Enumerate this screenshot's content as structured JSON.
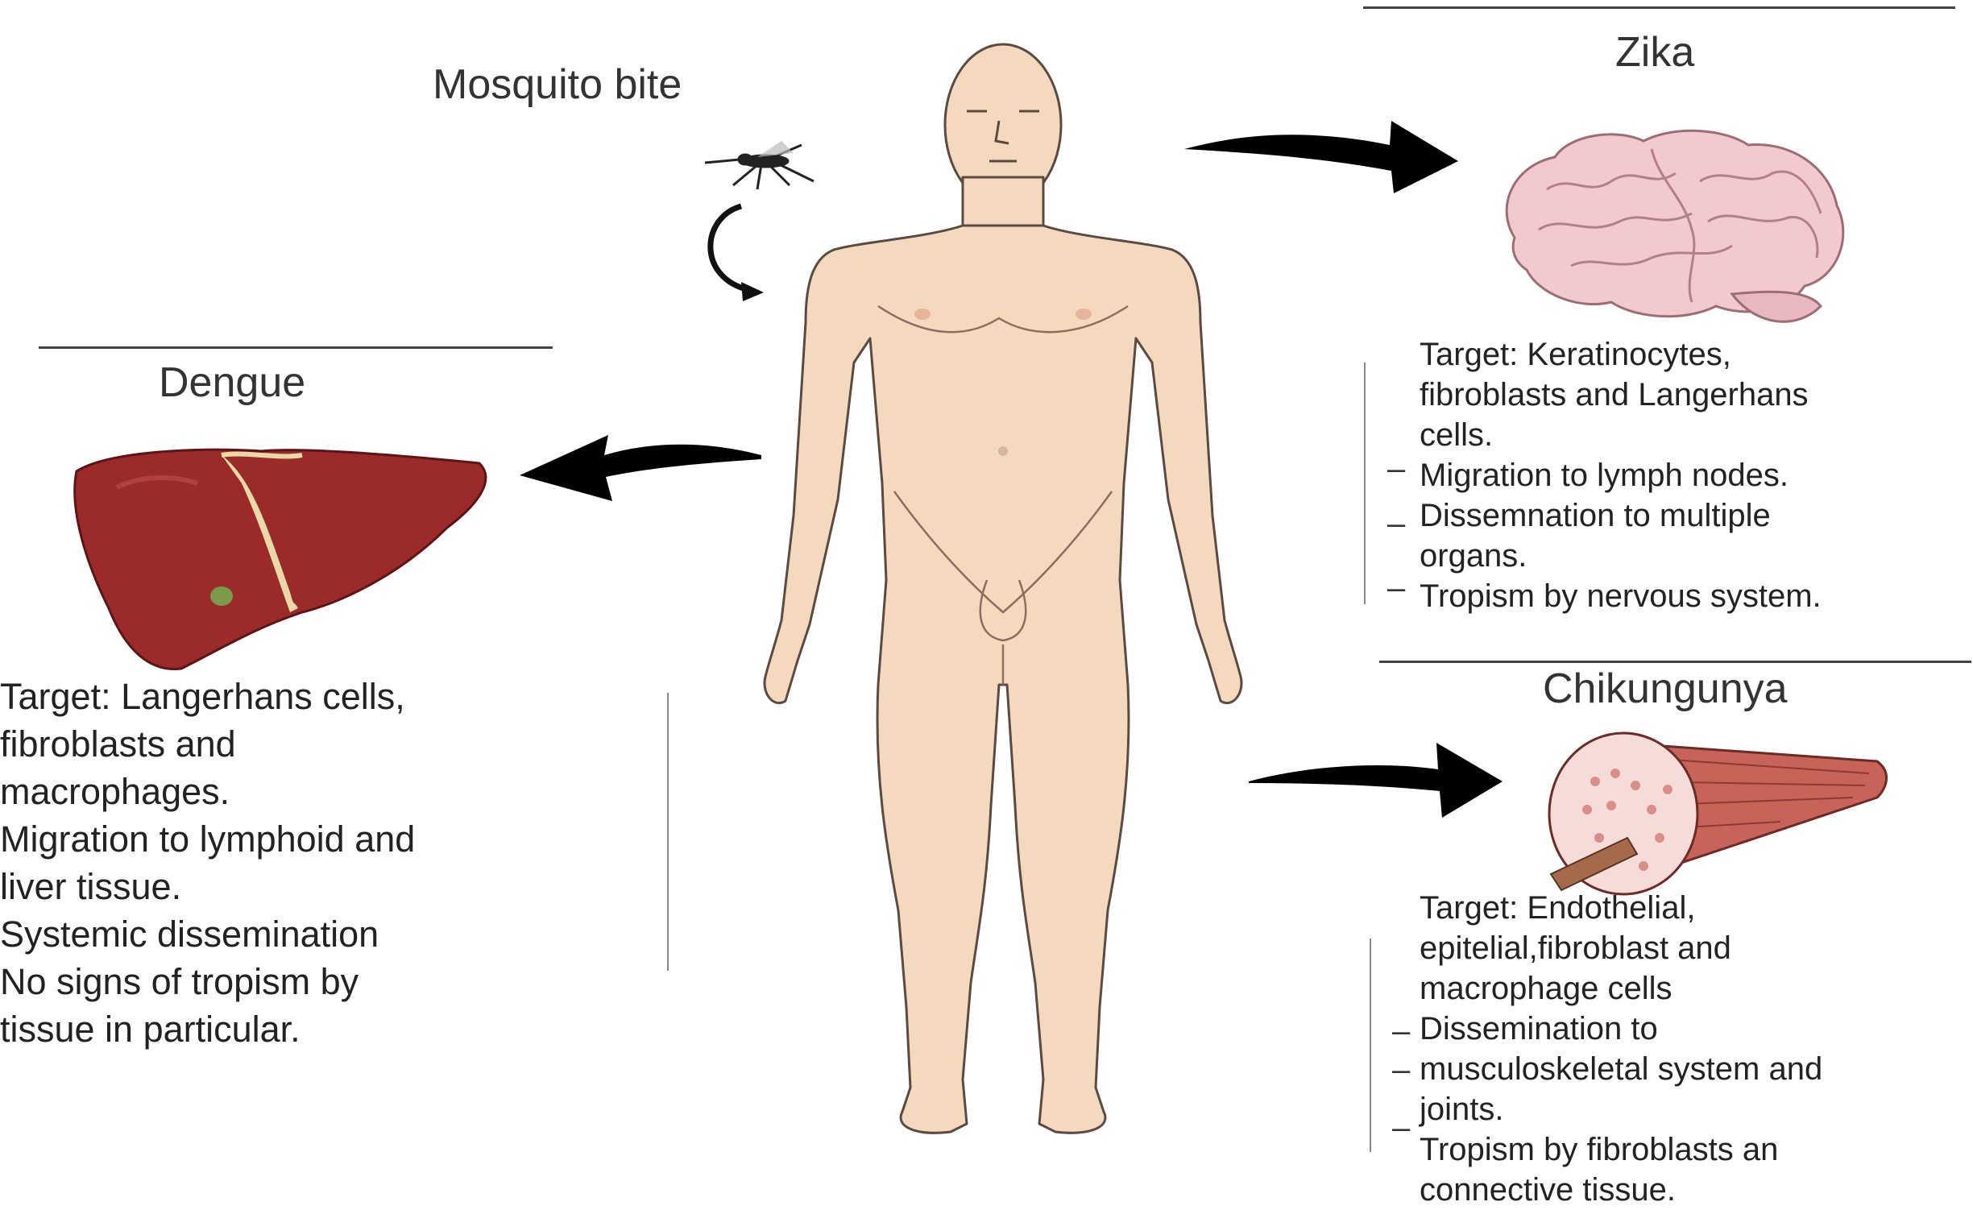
{
  "mosquito_label": "Mosquito bite",
  "dengue": {
    "title": "Dengue",
    "lines": [
      "Target: Langerhans cells,",
      "fibroblasts and",
      "macrophages.",
      "Migration to lymphoid and",
      "liver tissue.",
      "Systemic dissemination",
      "No signs of tropism by",
      "tissue in particular."
    ]
  },
  "zika": {
    "title": "Zika",
    "lines": [
      "Target: Keratinocytes,",
      "fibroblasts and Langerhans",
      "cells.",
      "Migration to lymph nodes.",
      "Dissemnation to multiple",
      "organs.",
      "Tropism by nervous system."
    ]
  },
  "chikungunya": {
    "title": "Chikungunya",
    "lines": [
      "Target: Endothelial,",
      "epitelial,fibroblast and",
      "macrophage cells",
      "Dissemination to",
      "musculoskeletal system and",
      "joints.",
      "Tropism by fibroblasts an",
      "connective tissue."
    ]
  },
  "colors": {
    "skin": "#f5d9bf",
    "liver": "#9b2a2a",
    "brain": "#f0c4cc",
    "muscle": "#c8635a",
    "arrow": "#000000"
  }
}
